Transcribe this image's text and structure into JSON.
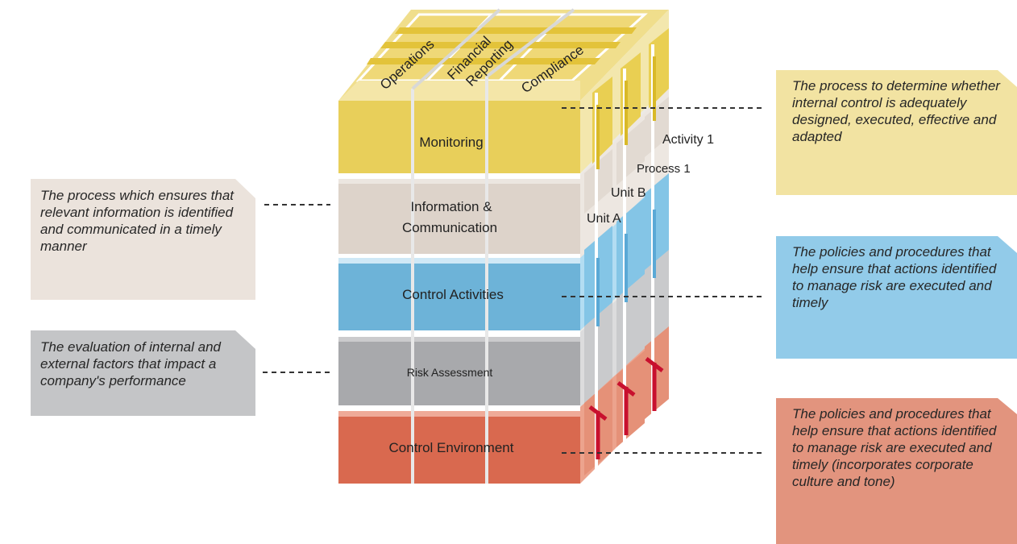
{
  "title": "",
  "cube": {
    "top_labels": [
      "Operations",
      "Financial",
      "Reporting",
      "Compliance"
    ],
    "layers": [
      {
        "label": "Monitoring",
        "color": "#e8cf5a"
      },
      {
        "label_line1": "Information  &",
        "label_line2": "Communication",
        "color": "#ddd3ca"
      },
      {
        "label": "Control  Activities",
        "color": "#6db3d8"
      },
      {
        "label": "Risk  Assessment",
        "color": "#a8a9ac"
      },
      {
        "label": "Control  Environment",
        "color": "#d9694f"
      }
    ],
    "side_labels": {
      "activity": "Activity  1",
      "process": "Process  1",
      "unit_b": "Unit  B",
      "unit_a": "Unit  A"
    }
  },
  "callouts": {
    "monitoring": {
      "text": "The process to determine whether internal control is adequately designed, executed, effective and adapted",
      "color": "#f2e3a2"
    },
    "information": {
      "text": "The process which ensures that relevant information is identified  and communicated in a timely manner",
      "color": "#ebe3dc"
    },
    "control_activities": {
      "text": "The policies  and procedures that help ensure that actions identified to manage  risk are executed and timely",
      "color": "#92cbe9"
    },
    "risk_assessment": {
      "text": "The evaluation of internal and external factors  that impact  a company's performance",
      "color": "#c4c5c7"
    },
    "control_environment": {
      "text": "The policies  and procedures that help ensure that actions identified to manage  risk are executed and timely (incorporates corporate culture  and tone)",
      "color": "#e2947e"
    }
  }
}
